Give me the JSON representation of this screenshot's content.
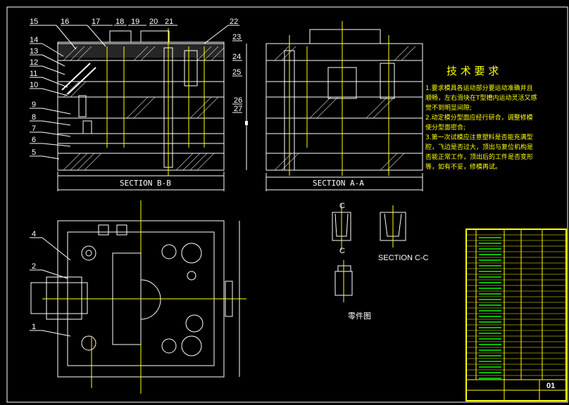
{
  "drawing": {
    "section_bb_label": "SECTION B-B",
    "section_aa_label": "SECTION A-A",
    "section_cc_label": "SECTION C-C",
    "section_c_marker": "C",
    "part_drawing_label": "零件图",
    "sheet_number": "01"
  },
  "part_numbers_left": [
    "15",
    "16",
    "17",
    "18",
    "19",
    "20",
    "21",
    "22",
    "23",
    "24",
    "25",
    "26",
    "27",
    "14",
    "13",
    "12",
    "11",
    "10",
    "9",
    "8",
    "7",
    "6",
    "5",
    "4",
    "2",
    "1"
  ],
  "tech_requirements": {
    "title": "技 术 要 求",
    "lines": [
      "1.要求模具各运动部分要运动准确并且",
      "顺畅，左右滑块在T型槽内运动灵活又感",
      "觉不到明显间隙;",
      "2.动定模分型面应经行研合，调整修模",
      "使分型面密合;",
      "3.第一次试模应注意塑料是否能充满型",
      "腔，飞边是否过大，顶出与复位机构是",
      "否能正常工作，顶出后的工件是否变形",
      "等，如有不妥，修模再试。"
    ]
  },
  "colors": {
    "background": "#000000",
    "lines": "#ffffff",
    "text_yellow": "#ffff00",
    "title_block_green": "#00ff00"
  }
}
